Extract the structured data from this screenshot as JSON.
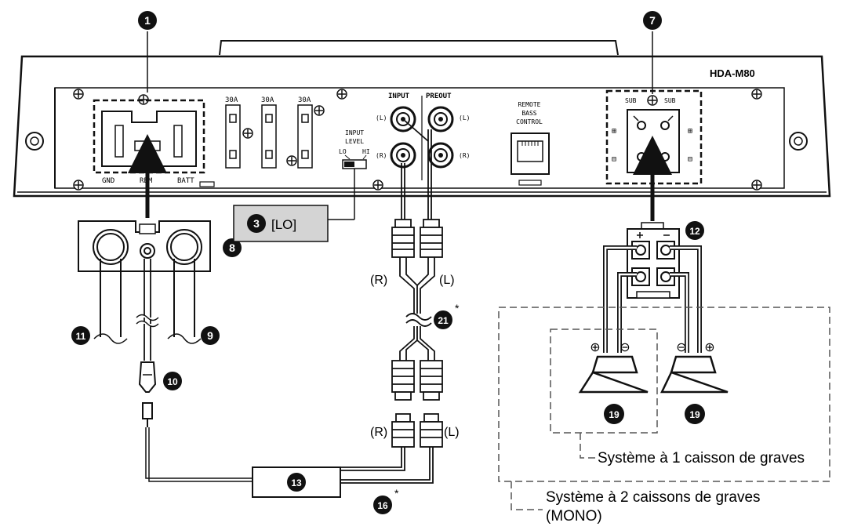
{
  "amplifier": {
    "model": "HDA-M80",
    "fuse_rating": "30A",
    "power_terminal_labels": [
      "GND",
      "REM",
      "BATT"
    ],
    "input_label": "INPUT",
    "preout_label": "PREOUT",
    "left_channel": "(L)",
    "right_channel": "(R)",
    "input_level_title": [
      "INPUT",
      "LEVEL"
    ],
    "input_level_lo": "LO",
    "input_level_hi": "HI",
    "remote_label": [
      "REMOTE",
      "BASS",
      "CONTROL"
    ],
    "sub_label": "SUB",
    "plus": "⊞",
    "minus": "⊟"
  },
  "callouts": {
    "n1": "1",
    "n3": "3",
    "n7": "7",
    "n8": "8",
    "n9": "9",
    "n10": "10",
    "n11": "11",
    "n12": "12",
    "n13": "13",
    "n16": "16",
    "n19": "19",
    "n21": "21",
    "star": "*",
    "setting_box": "[LO]"
  },
  "cables": {
    "left": "(L)",
    "right": "(R)"
  },
  "speakers": {
    "plus": "⊕",
    "minus": "⊖"
  },
  "legend": {
    "system_one": "Système à 1 caisson de graves",
    "system_two_line1": "Système à 2 caissons de graves",
    "system_two_line2": "(MONO)"
  }
}
